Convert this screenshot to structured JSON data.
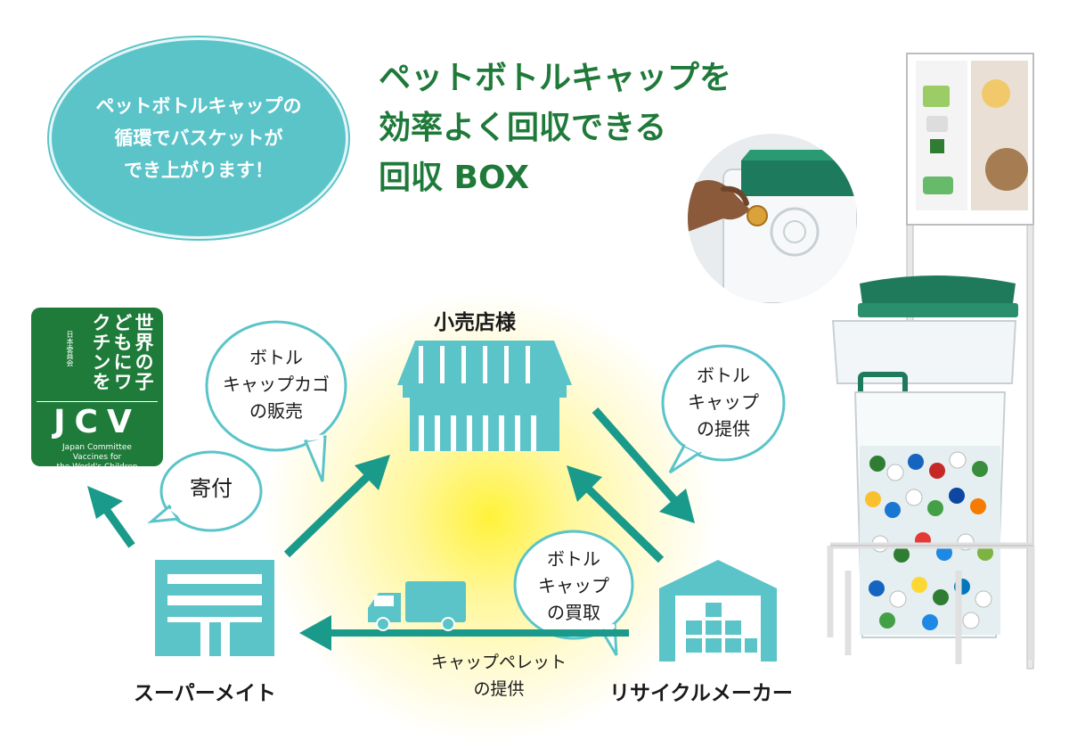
{
  "intro_bubble": {
    "lines": [
      "ペットボトルキャップの",
      "循環でバスケットが",
      "でき上がります！"
    ]
  },
  "headline": {
    "lines": [
      "ペットボトルキャップを",
      "効率よく回収できる",
      "回収 BOX"
    ]
  },
  "jcv_logo": {
    "vertical_main": "世界の子どもにワクチンを",
    "vertical_small": "日本委員会",
    "name": "JCV",
    "english": [
      "Japan Committee",
      "Vaccines for",
      "the World's Children"
    ]
  },
  "nodes": {
    "retailer": "小売店様",
    "supermate": "スーパーメイト",
    "recycler": "リサイクルメーカー"
  },
  "bubbles": {
    "basket_sale": [
      "ボトル",
      "キャップカゴ",
      "の販売"
    ],
    "donation": "寄付",
    "cap_supply": [
      "ボトル",
      "キャップ",
      "の提供"
    ],
    "cap_purchase": [
      "ボトル",
      "キャップ",
      "の買取"
    ]
  },
  "pellet_supply": [
    "キャップペレット",
    "の提供"
  ],
  "colors": {
    "teal_arrow": "#1a9a8a",
    "icon_teal": "#5bc4c9",
    "green_text": "#1f7a3a",
    "jcv_green": "#1e7b3a"
  }
}
